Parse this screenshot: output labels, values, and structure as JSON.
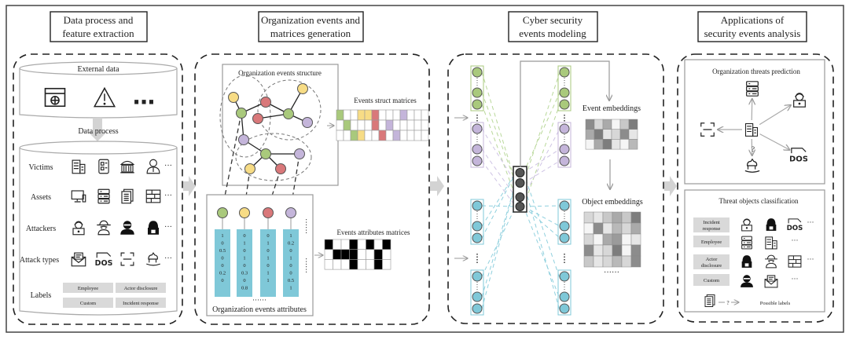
{
  "panels": [
    {
      "title_line1": "Data process and",
      "title_line2": "feature extraction"
    },
    {
      "title_line1": "Organization events and",
      "title_line2": "matrices generation"
    },
    {
      "title_line1": "Cyber security",
      "title_line2": "events modeling"
    },
    {
      "title_line1": "Applications of",
      "title_line2": "security events analysis"
    }
  ],
  "feature_extraction": {
    "external_data": "External data",
    "external_icons": [
      "browser-icon",
      "warning-icon",
      "braces-icon"
    ],
    "data_process": "Data process",
    "rows": [
      {
        "label": "Victims",
        "icons": [
          "office-building-icon",
          "building-icon",
          "bank-icon",
          "person-icon"
        ],
        "more": "···"
      },
      {
        "label": "Assets",
        "icons": [
          "monitor-icon",
          "server-icon",
          "document-icon",
          "firewall-icon"
        ],
        "more": "···"
      },
      {
        "label": "Attackers",
        "icons": [
          "hacker-laptop-icon",
          "spy-icon",
          "thief-icon",
          "hacker-hood-icon"
        ],
        "more": "···"
      },
      {
        "label": "Attack types",
        "icons": [
          "phishing-mail-icon",
          "dos-icon",
          "scan-icon",
          "trojan-horse-icon"
        ],
        "more": "···"
      }
    ],
    "labels_title": "Labels",
    "labels": [
      "Employee",
      "Actor disclosure",
      "Custom",
      "Incident response"
    ]
  },
  "matrices_generation": {
    "structure_title": "Organization events structure",
    "struct_matrices_label": "Events struct matrices",
    "attributes_title": "Organization events  attributes",
    "attributes_matrices_label": "Events attributes matrices",
    "ellipsis": "······",
    "attribute_vectors": [
      [
        "1",
        "0",
        "0.5",
        "0",
        "0",
        "0.2",
        "0"
      ],
      [
        "0",
        "1",
        "0",
        "1",
        "0",
        "0.3",
        "0",
        "0.8"
      ],
      [
        "0",
        "1",
        "0",
        "1",
        "0",
        "1",
        "1"
      ],
      [
        "1",
        "0.2",
        "0",
        "1",
        "0",
        "0",
        "0.5",
        "1"
      ]
    ],
    "node_colors": {
      "green": "#a9c97c",
      "yellow": "#f7dc85",
      "red": "#d9787a",
      "purple": "#c4b5da",
      "cyan": "#7fc8d8",
      "dark": "#555555"
    },
    "struct_matrix": [
      [
        "green",
        "",
        "",
        "yellow",
        "yellow",
        "red",
        "",
        "",
        "",
        "purple",
        "",
        "",
        ""
      ],
      [
        "",
        "green",
        "",
        "",
        "",
        "red",
        "",
        "purple",
        "",
        "",
        "",
        "",
        ""
      ],
      [
        "",
        "",
        "green",
        "yellow",
        "",
        "",
        "red",
        "",
        "purple",
        "",
        "",
        "",
        ""
      ]
    ],
    "attributes_matrix": [
      [
        1,
        0,
        0,
        1,
        0,
        1,
        0,
        1
      ],
      [
        0,
        1,
        1,
        1,
        0,
        0,
        1,
        0
      ],
      [
        0,
        0,
        0,
        1,
        0,
        0,
        1,
        0
      ]
    ]
  },
  "modeling": {
    "event_embeddings": "Event embeddings",
    "object_embeddings": "Object embeddings",
    "ellipsis": "······",
    "event_matrix": [
      [
        0.7,
        0.2,
        0.5,
        0.0,
        0.3,
        0.8
      ],
      [
        0.5,
        0.8,
        0.1,
        0.2,
        0.7,
        0.1
      ],
      [
        0.0,
        0.5,
        0.8,
        0.1,
        0.0,
        0.4
      ]
    ],
    "object_matrix": [
      [
        0.2,
        0.1,
        0.3,
        0.5,
        0.3,
        0.8
      ],
      [
        0.0,
        0.7,
        0.1,
        0.4,
        0.2,
        0.5
      ],
      [
        0.2,
        0.0,
        0.5,
        0.6,
        0.0,
        0.1
      ],
      [
        0.7,
        0.1,
        0.2,
        0.8,
        0.0,
        0.7
      ],
      [
        0.3,
        0.1,
        0.2,
        0.4,
        0.2,
        0.7
      ]
    ]
  },
  "applications": {
    "prediction_title": "Organization  threats prediction",
    "prediction_unknown": "?",
    "classification_title": "Threat objects classification",
    "classes": [
      {
        "label_line1": "Incident",
        "label_line2": "response",
        "icons": [
          "hacker-laptop-icon",
          "hacker-hood-icon",
          "dos-icon"
        ],
        "more": "···"
      },
      {
        "label_line1": "Employee",
        "label_line2": "",
        "icons": [
          "server-icon",
          "office-building-icon"
        ],
        "more": "···"
      },
      {
        "label_line1": "Actor",
        "label_line2": "disclosure",
        "icons": [
          "hacker-hood-icon",
          "spy-icon",
          "firewall-icon"
        ],
        "more": "···"
      },
      {
        "label_line1": "Custom",
        "label_line2": "",
        "icons": [
          "thief-icon",
          "phishing-mail-icon"
        ],
        "more": "···"
      }
    ],
    "possible_arrow_label": "?",
    "possible_labels": "Possible labels"
  }
}
